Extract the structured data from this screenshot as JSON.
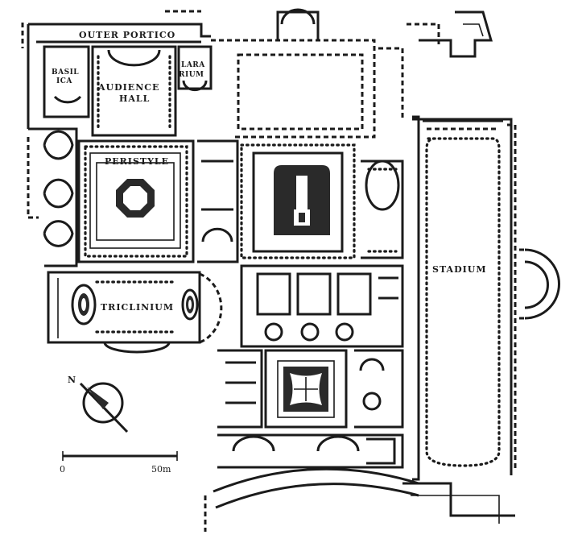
{
  "labels": {
    "outer_portico": "OUTER PORTICO",
    "basilica_1": "BASIL",
    "basilica_2": "ICA",
    "audience_1": "AUDIENCE",
    "audience_2": "HALL",
    "lararium_1": "LARA",
    "lararium_2": "RIUM",
    "peristyle": "PERISTYLE",
    "triclinium": "TRICLINIUM",
    "stadium": "STADIUM"
  },
  "north_arrow": {
    "label": "N"
  },
  "scale": {
    "start": "0",
    "end": "50m"
  }
}
